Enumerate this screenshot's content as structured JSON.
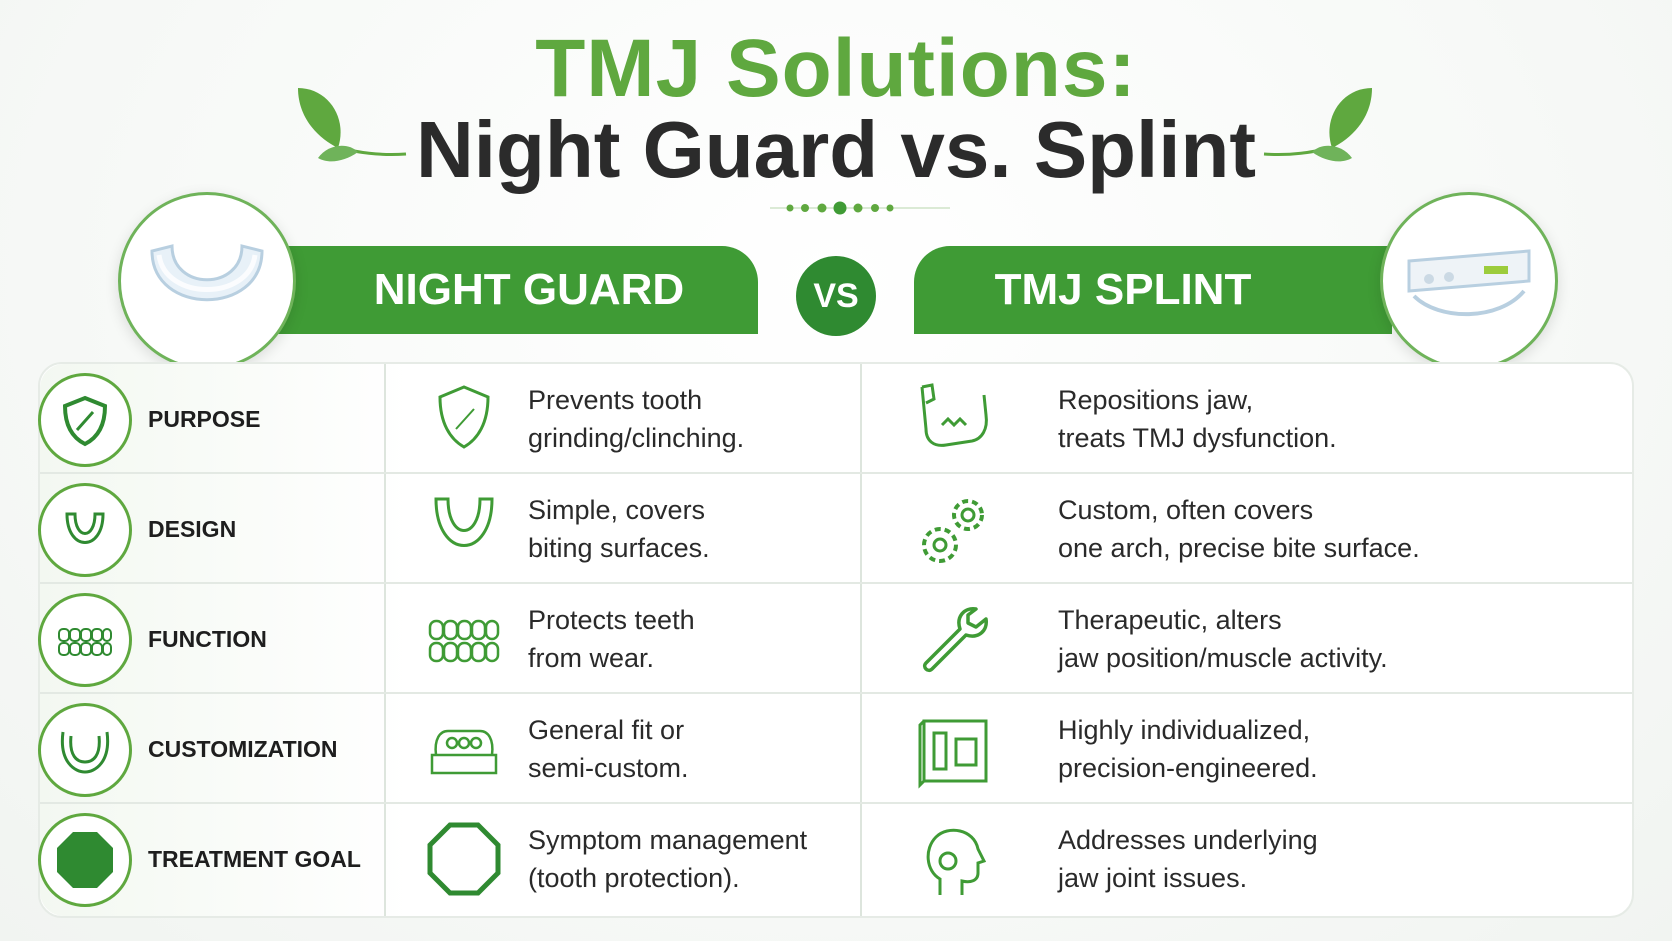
{
  "title": {
    "line1": "TMJ Solutions:",
    "line2": "Night Guard vs. Splint"
  },
  "header": {
    "left": "NIGHT GUARD",
    "vs": "VS",
    "right": "TMJ SPLINT"
  },
  "rows": [
    {
      "label": "PURPOSE",
      "ng": [
        "Prevents tooth",
        "grinding/clinching."
      ],
      "sp": [
        "Repositions jaw,",
        "treats TMJ dysfunction."
      ]
    },
    {
      "label": "DESIGN",
      "ng": [
        "Simple, covers",
        "biting surfaces."
      ],
      "sp": [
        "Custom, often covers",
        "one arch, precise bite surface."
      ]
    },
    {
      "label": "FUNCTION",
      "ng": [
        "Protects teeth",
        "from wear."
      ],
      "sp": [
        "Therapeutic, alters",
        "jaw position/muscle activity."
      ]
    },
    {
      "label": "CUSTOMIZATION",
      "ng": [
        "General fit or",
        "semi-custom."
      ],
      "sp": [
        "Highly individualized,",
        "precision-engineered."
      ]
    },
    {
      "label": "TREATMENT GOAL",
      "ng": [
        "Symptom management",
        "(tooth protection)."
      ],
      "sp": [
        "Addresses underlying",
        "jaw joint issues."
      ]
    }
  ],
  "colors": {
    "accent": "#3f9b35",
    "title_green": "#5fa83f",
    "dark": "#2b2b2b"
  }
}
